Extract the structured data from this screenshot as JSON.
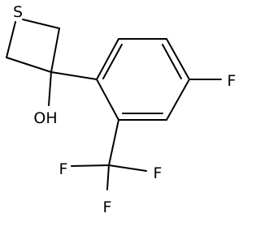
{
  "molecule": {
    "atoms": {
      "sulfur": "S",
      "hydroxyl": "OH",
      "fluorine_ring": "F",
      "fluorine_cf3_left": "F",
      "fluorine_cf3_right": "F",
      "fluorine_cf3_bottom": "F"
    },
    "colors": {
      "stroke": "#000000",
      "text": "#000000",
      "background": "#ffffff"
    }
  }
}
